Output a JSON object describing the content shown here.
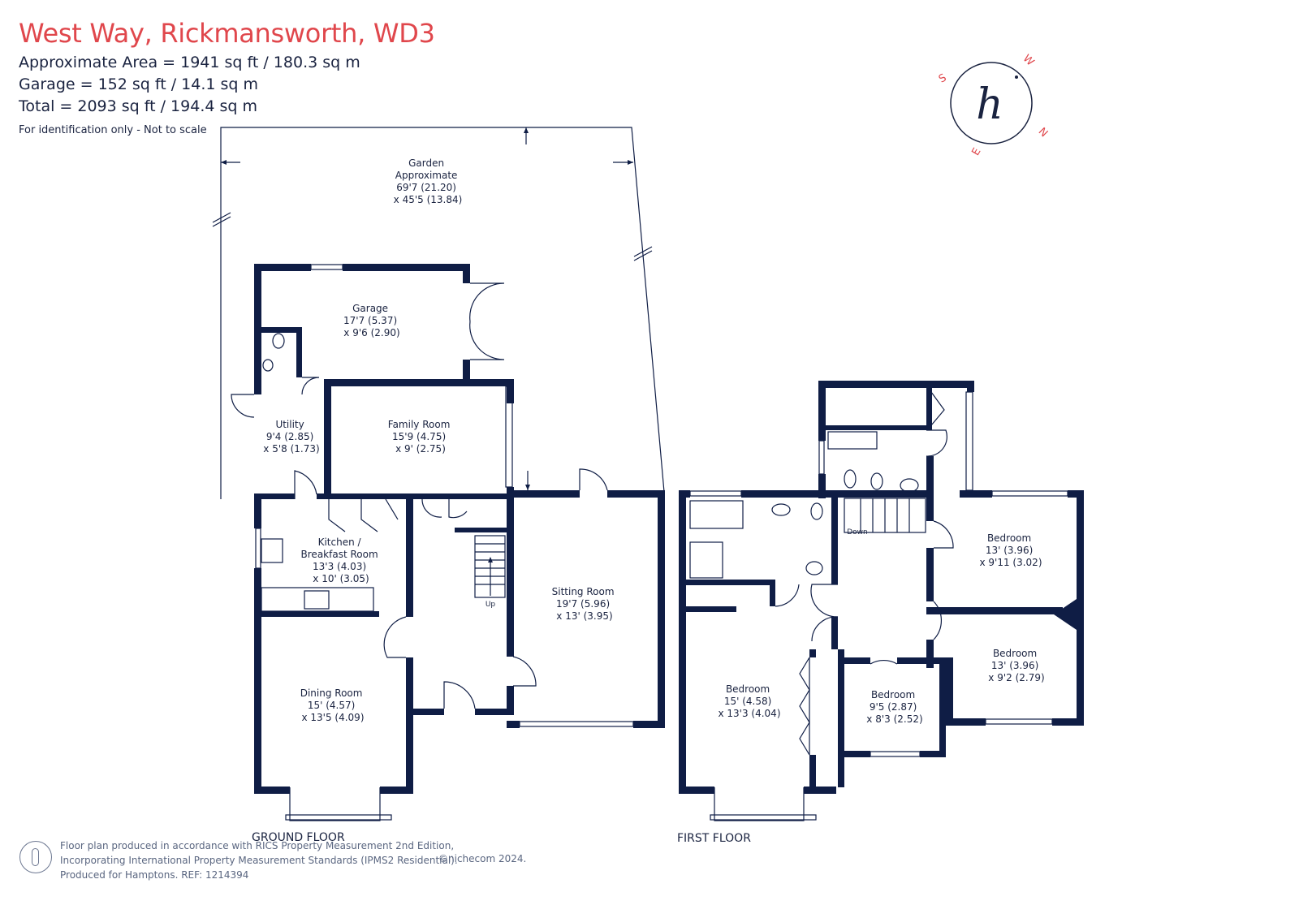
{
  "header": {
    "title": "West Way, Rickmansworth, WD3",
    "area_line": "Approximate Area = 1941 sq ft / 180.3 sq m",
    "garage_line": "Garage = 152 sq ft / 14.1 sq m",
    "total_line": "Total = 2093 sq ft / 194.4 sq m",
    "note": "For identification only - Not to scale"
  },
  "compass": {
    "letters": [
      "S",
      "W",
      "N",
      "E"
    ],
    "logo_letter": "h"
  },
  "ground_floor": {
    "label": "GROUND FLOOR",
    "rooms": {
      "garden": [
        "Garden",
        "Approximate",
        "69'7 (21.20)",
        "x 45'5 (13.84)"
      ],
      "garage": [
        "Garage",
        "17'7 (5.37)",
        "x 9'6 (2.90)"
      ],
      "utility": [
        "Utility",
        "9'4 (2.85)",
        "x 5'8 (1.73)"
      ],
      "family": [
        "Family Room",
        "15'9 (4.75)",
        "x 9' (2.75)"
      ],
      "kitchen": [
        "Kitchen /",
        "Breakfast Room",
        "13'3 (4.03)",
        "x 10' (3.05)"
      ],
      "sitting": [
        "Sitting Room",
        "19'7 (5.96)",
        "x 13' (3.95)"
      ],
      "dining": [
        "Dining Room",
        "15' (4.57)",
        "x 13'5 (4.09)"
      ]
    },
    "stair_label": "Up"
  },
  "first_floor": {
    "label": "FIRST FLOOR",
    "rooms": {
      "bed1": [
        "Bedroom",
        "13' (3.96)",
        "x 9'11 (3.02)"
      ],
      "bed2": [
        "Bedroom",
        "13' (3.96)",
        "x 9'2 (2.79)"
      ],
      "bed3": [
        "Bedroom",
        "15' (4.58)",
        "x 13'3 (4.04)"
      ],
      "bed4": [
        "Bedroom",
        "9'5 (2.87)",
        "x 8'3 (2.52)"
      ]
    },
    "stair_label": "Down"
  },
  "footer": {
    "line1": "Floor plan produced in accordance with RICS Property Measurement 2nd Edition,",
    "line2": "Incorporating International Property Measurement Standards (IPMS2 Residential).",
    "line3": "Produced for Hamptons.   REF:  1214394",
    "copyright": "©nichecom 2024."
  }
}
